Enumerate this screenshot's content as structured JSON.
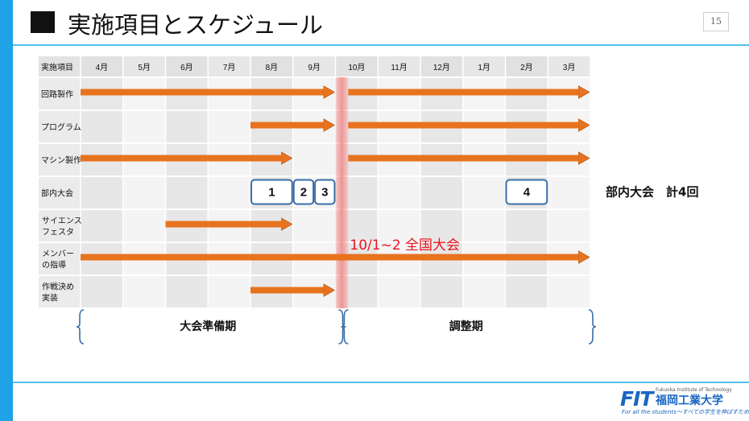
{
  "slide": {
    "title": "実施項目とスケジュール",
    "page_number": "15"
  },
  "logo": {
    "brand": "FIT",
    "name_en": "Fukuoka Institute of Technology",
    "name_ja": "福岡工業大学",
    "tagline": "For all the students～すべての学生を伸ばすために"
  },
  "colors": {
    "accent": "#1fa2e6",
    "arrow": "#e8731f",
    "event_border": "#3a6ea8",
    "highlight": "#f28a8a",
    "annotation": "#e8141e"
  },
  "chart_data": {
    "type": "table",
    "corner_header": "実施項目",
    "months": [
      "4月",
      "5月",
      "6月",
      "7月",
      "8月",
      "9月",
      "10月",
      "11月",
      "12月",
      "1月",
      "2月",
      "3月"
    ],
    "rows": [
      {
        "label": [
          "回路製作"
        ],
        "spans": [
          [
            0,
            6
          ],
          [
            6.3,
            12
          ]
        ]
      },
      {
        "label": [
          "プログラム"
        ],
        "spans": [
          [
            4,
            6
          ],
          [
            6.3,
            12
          ]
        ]
      },
      {
        "label": [
          "マシン製作"
        ],
        "spans": [
          [
            0,
            5
          ],
          [
            6.3,
            12
          ]
        ]
      },
      {
        "label": [
          "部内大会"
        ],
        "spans": [],
        "events": [
          {
            "label": "1",
            "start": 4,
            "end": 5
          },
          {
            "label": "2",
            "start": 5,
            "end": 5.5
          },
          {
            "label": "3",
            "start": 5.5,
            "end": 6
          },
          {
            "label": "4",
            "start": 10,
            "end": 11
          }
        ]
      },
      {
        "label": [
          "サイエンス",
          "フェスタ"
        ],
        "spans": [
          [
            2,
            5
          ]
        ]
      },
      {
        "label": [
          "メンバー",
          "の指導"
        ],
        "spans": [
          [
            0,
            12
          ]
        ]
      },
      {
        "label": [
          "作戦決め",
          "実装"
        ],
        "spans": [
          [
            4,
            6
          ]
        ]
      }
    ],
    "milestone": {
      "month_position": 6.15,
      "label": "10/1~2 全国大会"
    },
    "side_note": "部内大会　計4回",
    "phases": [
      {
        "label": "大会準備期",
        "start": 0,
        "end": 6
      },
      {
        "label": "調整期",
        "start": 6.15,
        "end": 12
      }
    ]
  }
}
